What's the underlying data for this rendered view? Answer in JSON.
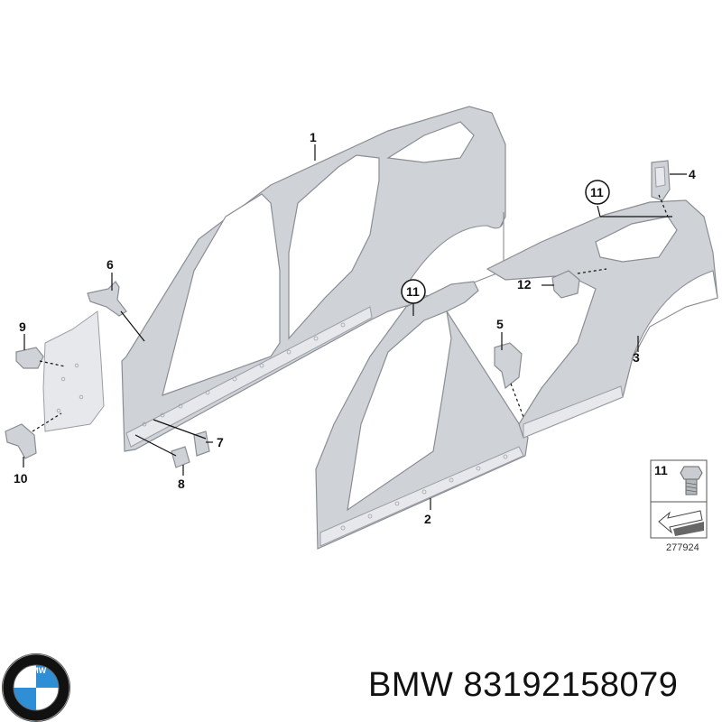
{
  "callouts": {
    "c1": "1",
    "c2": "2",
    "c3": "3",
    "c4": "4",
    "c5": "5",
    "c6": "6",
    "c7": "7",
    "c8": "8",
    "c9": "9",
    "c10": "10",
    "c11a": "11",
    "c11b": "11",
    "c12": "12"
  },
  "legend": {
    "part_no": "11",
    "ref": "277924"
  },
  "logo": {
    "text": "BMW",
    "colors": {
      "blue": "#2f8fd6",
      "white": "#ffffff",
      "ring": "#111111"
    }
  },
  "caption": {
    "brand": "BMW",
    "part_number": "83192158079"
  }
}
